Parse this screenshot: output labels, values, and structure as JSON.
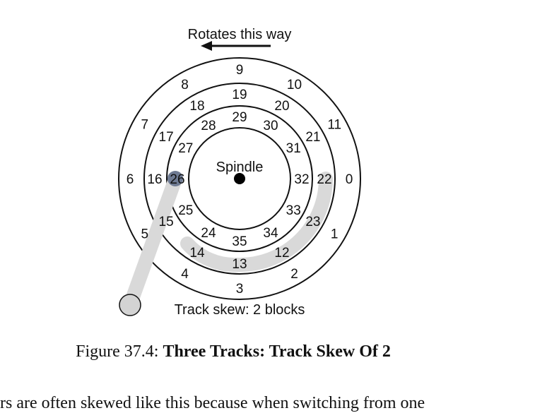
{
  "direction_label": "Rotates this way",
  "spindle_label": "Spindle",
  "skew_label": "Track skew: 2 blocks",
  "tracks": {
    "outer": [
      "0",
      "1",
      "2",
      "3",
      "4",
      "5",
      "6",
      "7",
      "8",
      "9",
      "10",
      "11"
    ],
    "middle": [
      "22",
      "23",
      "12",
      "13",
      "14",
      "15",
      "16",
      "17",
      "18",
      "19",
      "20",
      "21"
    ],
    "inner": [
      "32",
      "33",
      "34",
      "35",
      "24",
      "25",
      "26",
      "27",
      "28",
      "29",
      "30",
      "31"
    ]
  },
  "caption": {
    "prefix": "Figure 37.4: ",
    "title": "Three Tracks: Track Skew Of 2"
  },
  "body_text": "rs are often skewed like this because when switching from one"
}
